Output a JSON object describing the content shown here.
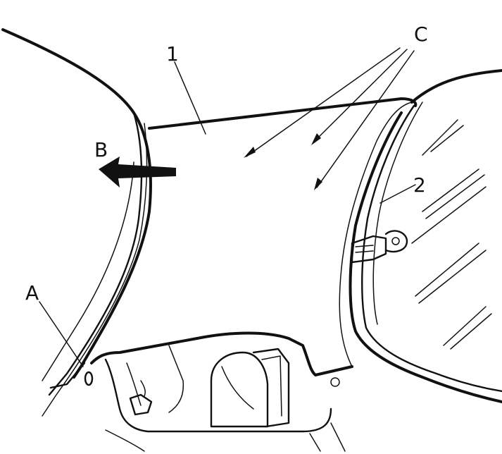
{
  "labels": {
    "part_1": "1",
    "part_2": "2",
    "label_A": "A",
    "label_B": "B",
    "label_C": "C"
  }
}
